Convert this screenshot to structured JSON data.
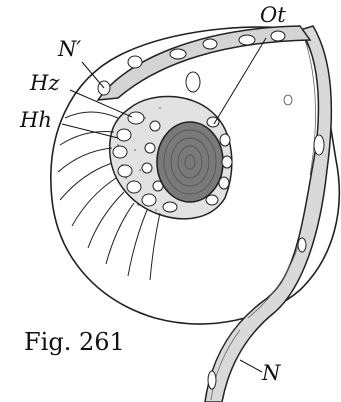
{
  "figure": {
    "caption": "Fig. 261",
    "labels": {
      "n_prime": "N′",
      "hz": "Hz",
      "hh": "Hh",
      "ot": "Ot",
      "n": "N"
    }
  }
}
